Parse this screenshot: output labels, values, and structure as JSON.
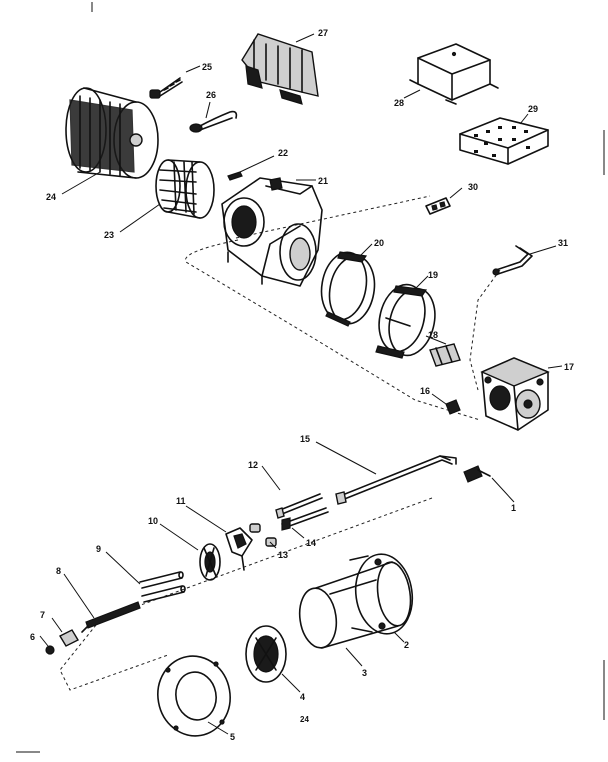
{
  "figure": {
    "page_number": "24",
    "callouts": {
      "p1": "1",
      "p2": "2",
      "p3": "3",
      "p4": "4",
      "p5": "5",
      "p6": "6",
      "p7": "7",
      "p8": "8",
      "p9": "9",
      "p10": "10",
      "p11": "11",
      "p12": "12",
      "p13": "13",
      "p14": "14",
      "p15": "15",
      "p16": "16",
      "p17": "17",
      "p18": "18",
      "p19": "19",
      "p20": "20",
      "p21": "21",
      "p22": "22",
      "p23": "23",
      "p24": "24",
      "p25": "25",
      "p26": "26",
      "p27": "27",
      "p28": "28",
      "p29": "29",
      "p30": "30",
      "p31": "31"
    }
  }
}
